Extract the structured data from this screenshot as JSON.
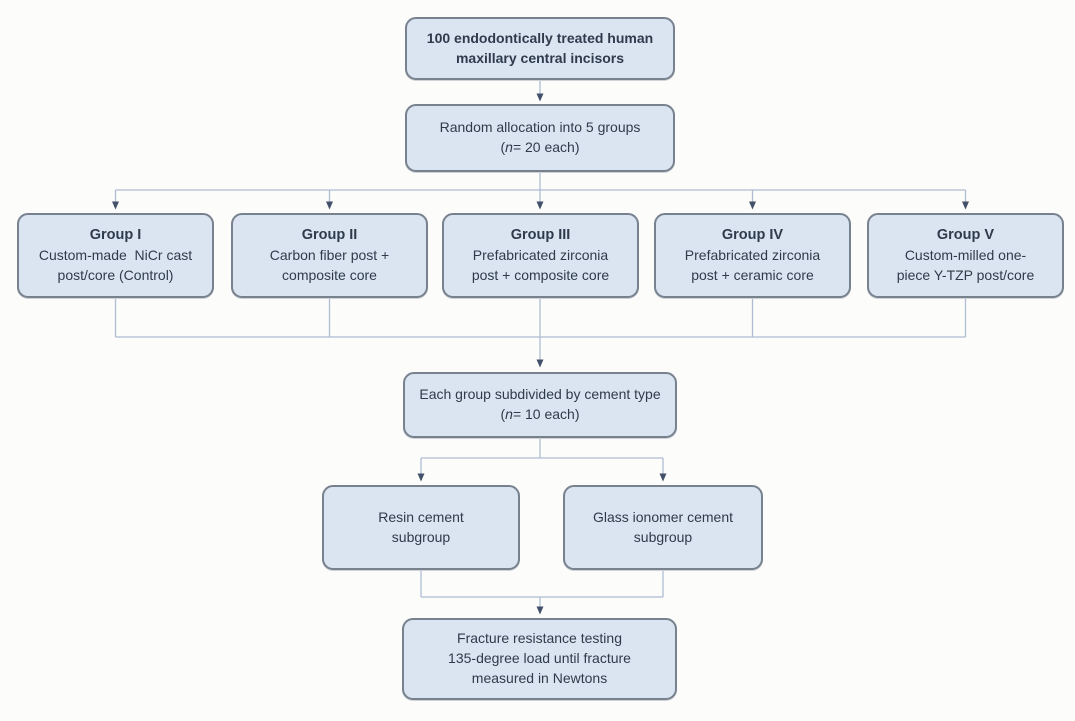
{
  "flowchart": {
    "start": {
      "lines": [
        "100 endodontically treated human",
        "maxillary central incisors"
      ]
    },
    "allocation": {
      "lines": [
        "Random allocation into 5 groups"
      ],
      "n_prefix": "(",
      "n_var": "n",
      "n_suffix": "= 20 each)"
    },
    "groups": [
      {
        "title": "Group I",
        "lines": [
          "Custom-made  NiCr cast",
          "post/core (Control)"
        ]
      },
      {
        "title": "Group II",
        "lines": [
          "Carbon fiber post +",
          "composite core"
        ]
      },
      {
        "title": "Group III",
        "lines": [
          "Prefabricated zirconia",
          "post + composite core"
        ]
      },
      {
        "title": "Group IV",
        "lines": [
          "Prefabricated zirconia",
          "post + ceramic core"
        ]
      },
      {
        "title": "Group V",
        "lines": [
          "Custom-milled one-",
          "piece Y-TZP post/core"
        ]
      }
    ],
    "subdivide": {
      "lines": [
        "Each group subdivided by cement type"
      ],
      "n_prefix": "(",
      "n_var": "n",
      "n_suffix": "= 10 each)"
    },
    "subgroups": [
      {
        "lines": [
          "Resin cement",
          "subgroup"
        ]
      },
      {
        "lines": [
          "Glass ionomer cement",
          "subgroup"
        ]
      }
    ],
    "outcome": {
      "lines": [
        "Fracture resistance testing",
        "135-degree load until fracture",
        "measured in Newtons"
      ]
    },
    "colors": {
      "node_fill": "#dbe5f1",
      "node_border": "#78828f",
      "connector_line": "#aebdd1",
      "arrowhead": "#43506a",
      "text": "#2f3b4c",
      "background": "#fcfcfb"
    }
  }
}
